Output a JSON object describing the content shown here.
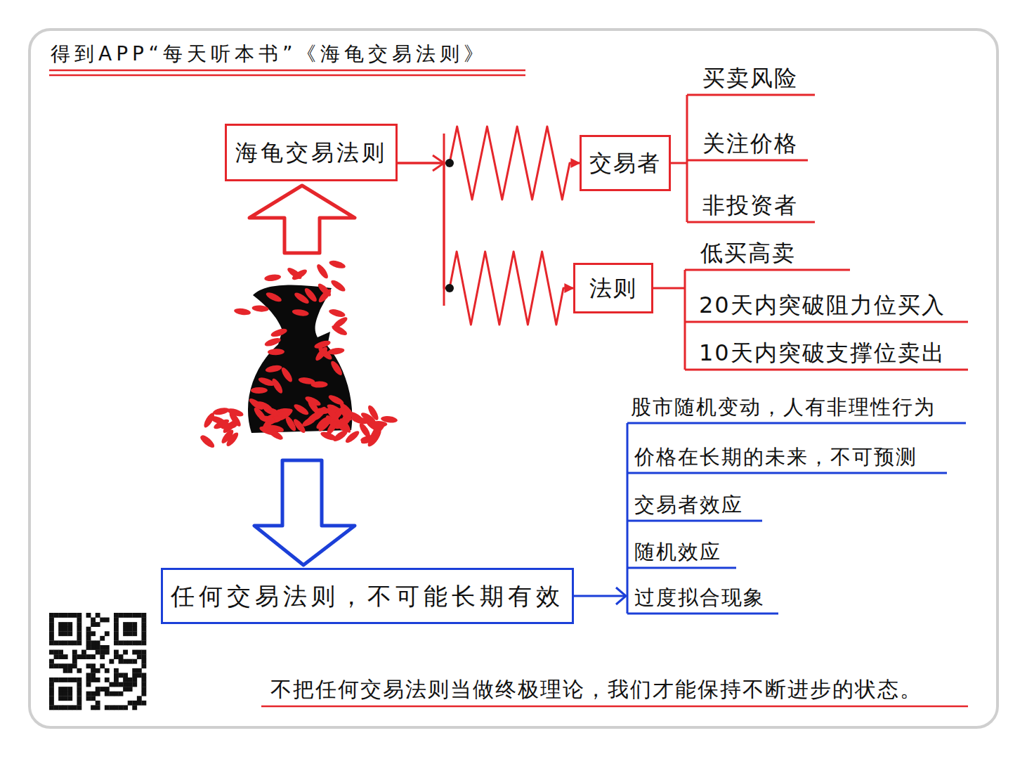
{
  "diagram": {
    "title": "得到APP“每天听本书”《海龟交易法则》",
    "caption": "不把任何交易法则当做终极理论，我们才能保持不断进步的状态。",
    "nodes": [
      {
        "text": [
          "海龟交易法则"
        ]
      },
      {
        "text": [
          "交易者"
        ]
      },
      {
        "text": [
          "法则"
        ]
      },
      {
        "text": [
          "任何交易法则，不可能长期有效"
        ]
      }
    ],
    "edges": [
      {
        "from": 0,
        "to": 1,
        "arrow": "to"
      },
      {
        "from": 0,
        "to": 2,
        "arrow": "to"
      }
    ],
    "labels": [
      "买卖风险",
      "关注价格",
      "非投资者",
      "低买高卖",
      "20天内突破阻力位买入",
      "10天内突破支撑位卖出",
      "股市随机变动，人有非理性行为",
      "价格在长期的未来，不可预测",
      "交易者效应",
      "随机效应",
      "过度拟合现象"
    ]
  }
}
